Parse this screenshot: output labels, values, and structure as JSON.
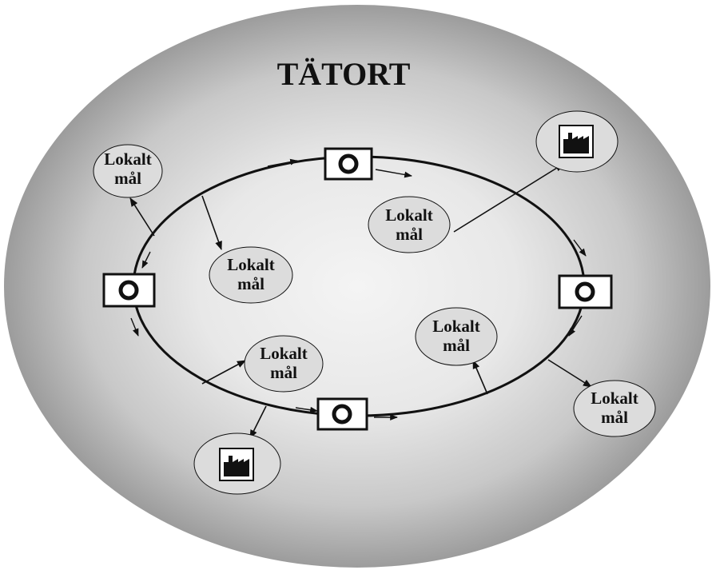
{
  "title": "TÄTORT",
  "local_goal": {
    "line1": "Lokalt",
    "line2": "mål"
  },
  "icons": {
    "station": "station-ring-icon",
    "factory": "factory-icon"
  },
  "colors": {
    "background": "#ffffff",
    "area_center": "#f2f2f2",
    "area_edge": "#9a9a9a",
    "ink": "#111111",
    "bubble_fill": "#dcdcdc"
  }
}
